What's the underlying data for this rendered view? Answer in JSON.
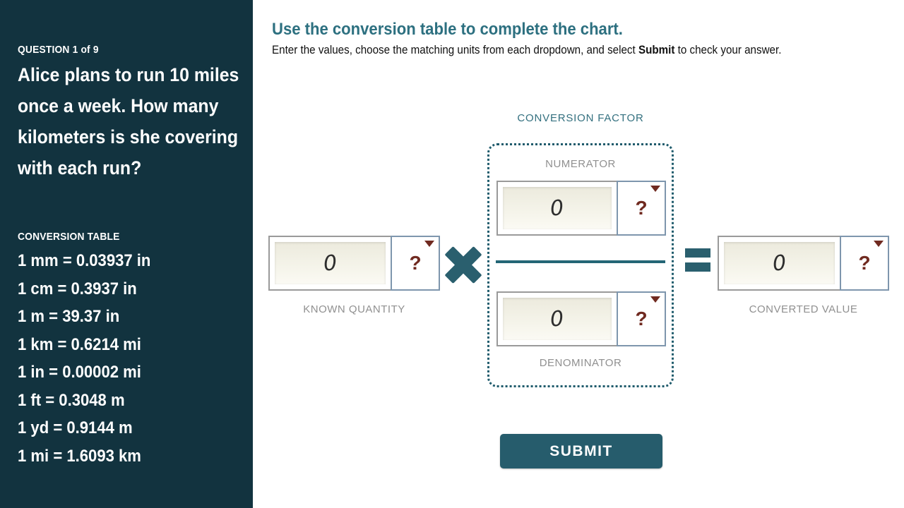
{
  "sidebar": {
    "question_label": "QUESTION 1 of 9",
    "question_text": "Alice plans to run 10 miles once a week. How many kilometers is she covering with each run?",
    "table_title": "CONVERSION TABLE",
    "table_rows": [
      "1 mm = 0.03937 in",
      "1 cm = 0.3937 in",
      "1 m = 39.37 in",
      "1 km = 0.6214 mi",
      "1 in = 0.00002 mi",
      "1 ft = 0.3048 m",
      "1 yd = 0.9144 m",
      "1 mi = 1.6093 km"
    ]
  },
  "main": {
    "title": "Use the conversion table to complete the chart.",
    "instructions_prefix": "Enter the values, choose the matching units from each dropdown, and select ",
    "instructions_bold": "Submit",
    "instructions_suffix": " to check your answer.",
    "conversion_factor_label": "CONVERSION FACTOR",
    "numerator_label": "NUMERATOR",
    "denominator_label": "DENOMINATOR",
    "known_quantity_label": "KNOWN QUANTITY",
    "converted_value_label": "CONVERTED VALUE",
    "known_quantity": {
      "value": "0",
      "unit": "?"
    },
    "numerator": {
      "value": "0",
      "unit": "?"
    },
    "denominator": {
      "value": "0",
      "unit": "?"
    },
    "converted_value": {
      "value": "0",
      "unit": "?"
    },
    "submit_label": "SUBMIT"
  },
  "colors": {
    "sidebar_bg": "#12333F",
    "accent_teal": "#2A5F6E",
    "title_teal": "#2D7080",
    "dotted_border_teal": "#1F5B6C",
    "maroon": "#702A20",
    "label_gray": "#909090",
    "input_cream": "#EFEDE0",
    "dropdown_border": "#7E96AD"
  }
}
